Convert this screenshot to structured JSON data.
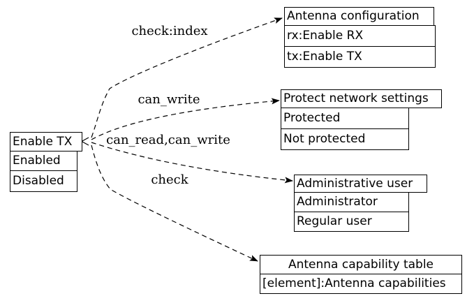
{
  "diagram": {
    "colors": {
      "line": "#000000",
      "text": "#000000",
      "node_fill": "#ffffff",
      "background": "#ffffff"
    },
    "nodes": [
      {
        "header": "Enable TX",
        "rows": [
          "Enabled",
          "Disabled"
        ]
      },
      {
        "header": "Antenna configuration",
        "rows": [
          "rx:Enable RX",
          "tx:Enable TX"
        ]
      },
      {
        "header": "Protect network settings",
        "rows": [
          "Protected",
          "Not protected"
        ]
      },
      {
        "header": "Administrative user",
        "rows": [
          "Administrator",
          "Regular user"
        ]
      },
      {
        "header": "Antenna capability table",
        "rows": [
          "[element]:Antenna capabilities"
        ]
      }
    ],
    "edges": [
      {
        "label": "check:index",
        "from": "Enable TX",
        "to": "Antenna configuration"
      },
      {
        "label": "can_write",
        "from": "Enable TX",
        "to": "Protect network settings"
      },
      {
        "label": "can_read,can_write",
        "from": "Enable TX",
        "to": "Administrative user"
      },
      {
        "label": "check",
        "from": "Enable TX",
        "to": "Antenna capability table"
      }
    ]
  }
}
